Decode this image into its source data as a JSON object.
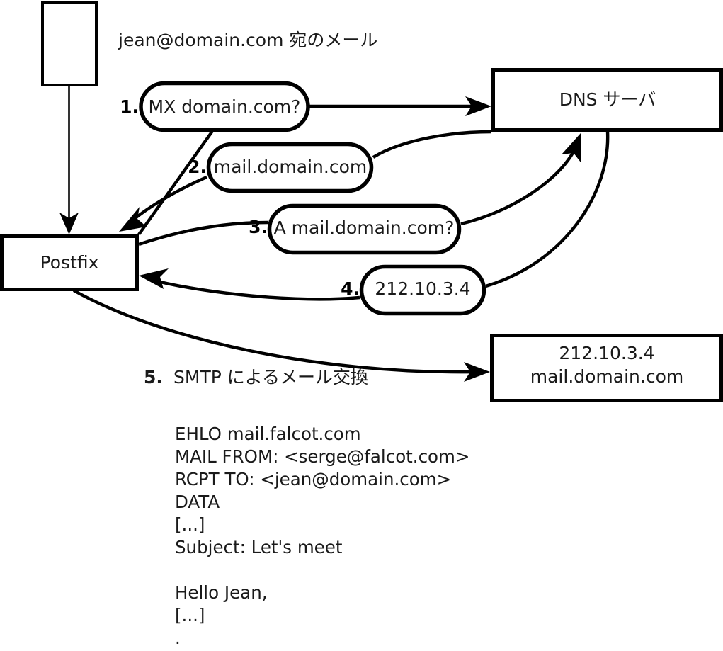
{
  "diagram": {
    "title_caption": "jean@domain.com 宛のメール",
    "nodes": {
      "mua_box": {
        "label": ""
      },
      "postfix_box": {
        "label": "Postfix"
      },
      "dns_box": {
        "label": "DNS サーバ"
      },
      "mailserver_box": {
        "line1": "212.10.3.4",
        "line2": "mail.domain.com"
      }
    },
    "steps": [
      {
        "num": "1.",
        "label": "MX domain.com?"
      },
      {
        "num": "2.",
        "label": "mail.domain.com"
      },
      {
        "num": "3.",
        "label": "A mail.domain.com?"
      },
      {
        "num": "4.",
        "label": "212.10.3.4"
      }
    ],
    "step5": {
      "num": "5.",
      "caption": "SMTP によるメール交換"
    },
    "smtp_transcript": [
      "EHLO mail.falcot.com",
      "MAIL FROM: <serge@falcot.com>",
      "RCPT TO: <jean@domain.com>",
      "DATA",
      "[...]",
      "Subject: Let's meet",
      "",
      "Hello Jean,",
      "[...]",
      "."
    ]
  }
}
